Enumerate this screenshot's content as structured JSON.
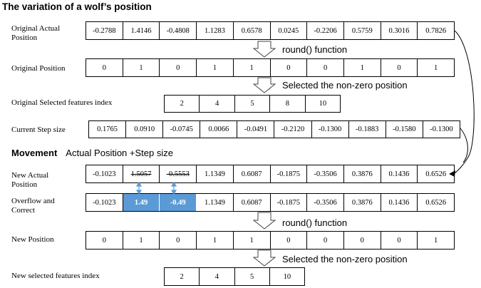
{
  "title": "The variation of a wolf’s position",
  "rows": {
    "original_actual": {
      "label": "Original Actual Position",
      "values": [
        "-0.2788",
        "1.4146",
        "-0.4808",
        "1.1283",
        "0.6578",
        "0.0245",
        "-0.2206",
        "0.5759",
        "0.3016",
        "0.7826"
      ]
    },
    "original_position": {
      "label": "Original Position",
      "values": [
        "0",
        "1",
        "0",
        "1",
        "1",
        "0",
        "0",
        "1",
        "0",
        "1"
      ]
    },
    "original_selected": {
      "label": "Original Selected features index",
      "values": [
        "2",
        "4",
        "5",
        "8",
        "10"
      ]
    },
    "current_step": {
      "label": "Current Step size",
      "values": [
        "0.1765",
        "0.0910",
        "-0.0745",
        "0.0066",
        "-0.0491",
        "-0.2120",
        "-0.1300",
        "-0.1883",
        "-0.1580",
        "-0.1300"
      ]
    },
    "new_actual": {
      "label": "New  Actual Position",
      "values": [
        "-0.1023",
        "1.5057",
        "-0.5553",
        "1.1349",
        "0.6087",
        "-0.1875",
        "-0.3506",
        "0.3876",
        "0.1436",
        "0.6526"
      ]
    },
    "overflow": {
      "label": "Overflow and Correct",
      "values": [
        "-0.1023",
        "1.49",
        "-0.49",
        "1.1349",
        "0.6087",
        "-0.1875",
        "-0.3506",
        "0.3876",
        "0.1436",
        "0.6526"
      ]
    },
    "new_position": {
      "label": "New Position",
      "values": [
        "0",
        "1",
        "0",
        "1",
        "1",
        "0",
        "0",
        "0",
        "0",
        "1"
      ]
    },
    "new_selected": {
      "label": "New selected features index",
      "values": [
        "2",
        "4",
        "5",
        "10"
      ]
    }
  },
  "annotations": {
    "round1": "round() function",
    "select1": "Selected the non-zero position",
    "movement_bold": "Movement",
    "movement_text": "Actual Position +Step size",
    "round2": "round() function",
    "select2": "Selected the non-zero position"
  },
  "colors": {
    "highlight": "#5b9bd5",
    "arrow_blue": "#5b9bd5"
  }
}
